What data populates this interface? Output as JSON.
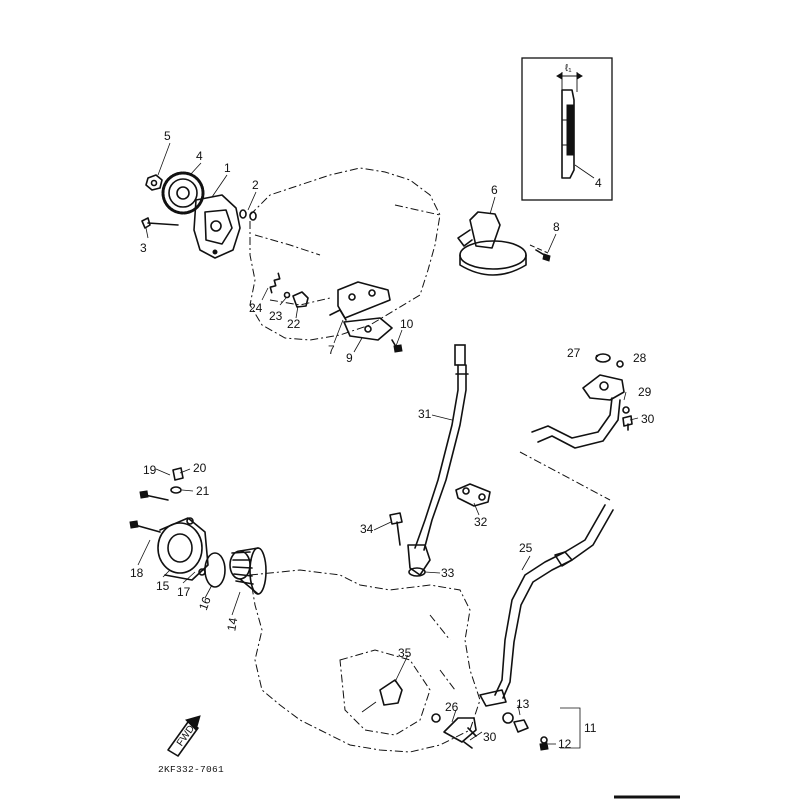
{
  "drawing_code": "2KF332-7061",
  "fwd_label": "FWD",
  "inset": {
    "dimension_label": "ℓ₁",
    "part_number": "4"
  },
  "callouts": {
    "p1": "1",
    "p2": "2",
    "p3": "3",
    "p4": "4",
    "p5": "5",
    "p6": "6",
    "p7": "7",
    "p8": "8",
    "p9": "9",
    "p10": "10",
    "p11": "11",
    "p12": "12",
    "p13": "13",
    "p14": "14",
    "p15": "15",
    "p16": "16",
    "p17": "17",
    "p18": "18",
    "p19": "19",
    "p20": "20",
    "p21": "21",
    "p22": "22",
    "p23": "23",
    "p24": "24",
    "p25": "25",
    "p26": "26",
    "p27": "27",
    "p28": "28",
    "p29": "29",
    "p30a": "30",
    "p30b": "30",
    "p31": "31",
    "p32": "32",
    "p33": "33",
    "p34": "34",
    "p35": "35"
  },
  "colors": {
    "ink": "#111111",
    "paper": "#ffffff"
  }
}
